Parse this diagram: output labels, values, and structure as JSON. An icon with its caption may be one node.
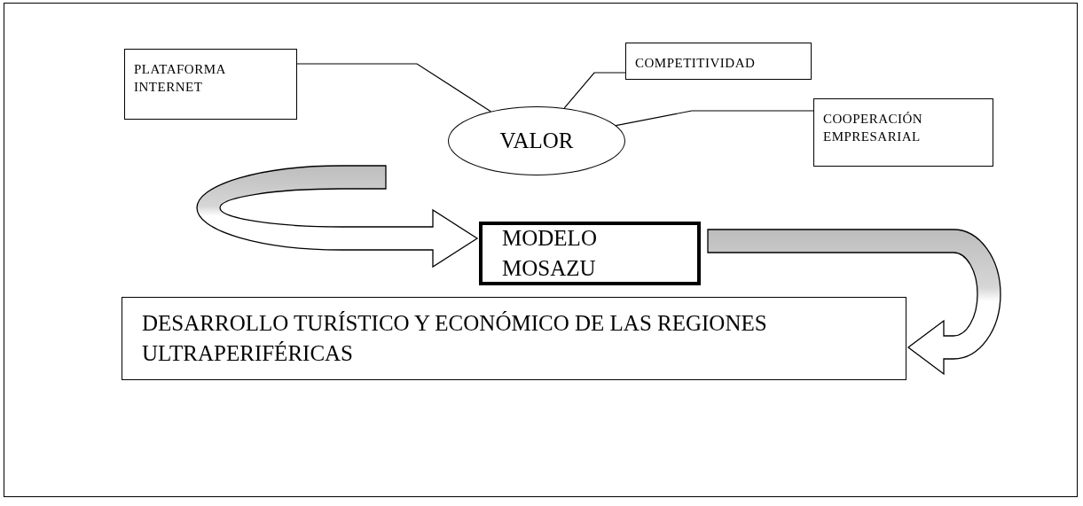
{
  "diagram": {
    "nodes": [
      {
        "text": [
          "PLATAFORMA INTERNET"
        ]
      },
      {
        "text": [
          "COMPETITIVIDAD"
        ]
      },
      {
        "text": [
          "COOPERACIÓN EMPRESARIAL"
        ]
      },
      {
        "text": [
          "VALOR"
        ]
      },
      {
        "text": [
          "MODELO MOSAZU"
        ]
      },
      {
        "text": [
          "DESARROLLO TURÍSTICO Y ECONÓMICO DE LAS REGIONES ULTRAPERIFÉRICAS"
        ]
      }
    ],
    "edges": [
      {
        "from": 0,
        "to": 3,
        "arrow": "none"
      },
      {
        "from": 1,
        "to": 3,
        "arrow": "none"
      },
      {
        "from": 2,
        "to": 3,
        "arrow": "none"
      },
      {
        "from": 3,
        "to": 4,
        "arrow": "to",
        "style": "thick"
      },
      {
        "from": 4,
        "to": 5,
        "arrow": "to",
        "style": "thick"
      }
    ]
  }
}
